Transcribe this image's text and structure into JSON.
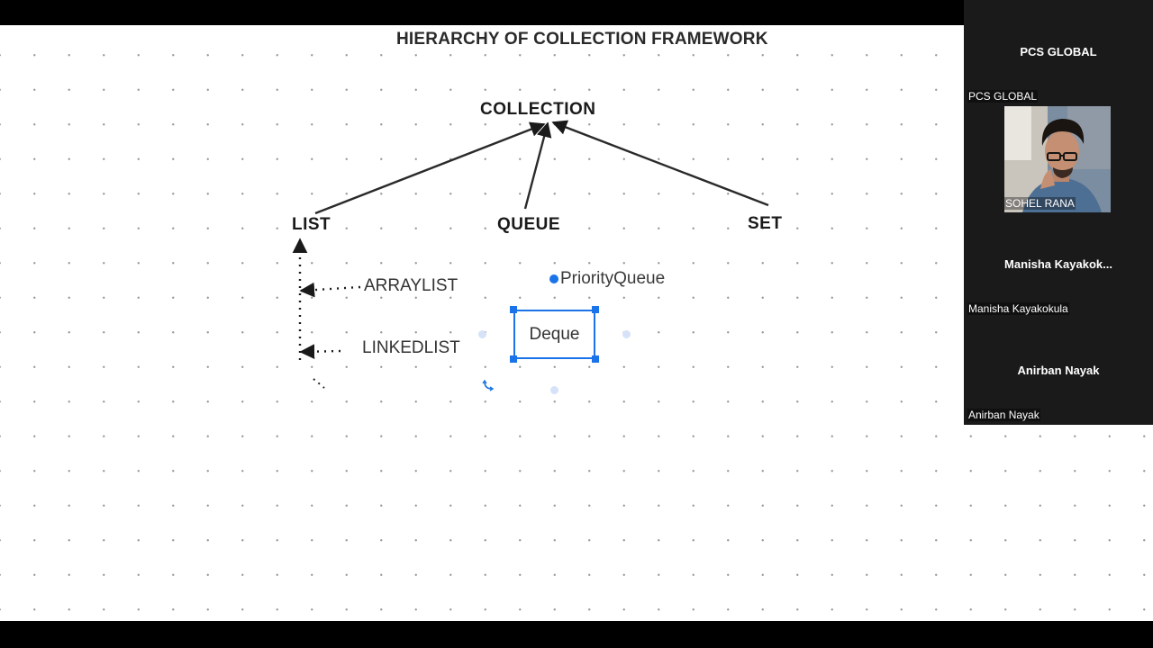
{
  "whiteboard": {
    "title": "HIERARCHY  OF COLLECTION FRAMEWORK",
    "nodes": {
      "collection": "COLLECTION",
      "list": "LIST",
      "queue": "QUEUE",
      "set": "SET",
      "arraylist": "ARRAYLIST",
      "linkedlist": "LINKEDLIST",
      "priority_queue": "PriorityQueue",
      "deque": "Deque"
    },
    "selection_color": "#1a73e8"
  },
  "participants": [
    {
      "display_name": "PCS GLOBAL",
      "label": "PCS GLOBAL",
      "video": false
    },
    {
      "display_name": "",
      "label": "SOHEL RANA",
      "video": true
    },
    {
      "display_name": "Manisha  Kayakok...",
      "label": "Manisha Kayakokula",
      "video": false
    },
    {
      "display_name": "Anirban Nayak",
      "label": "Anirban Nayak",
      "video": false
    }
  ]
}
